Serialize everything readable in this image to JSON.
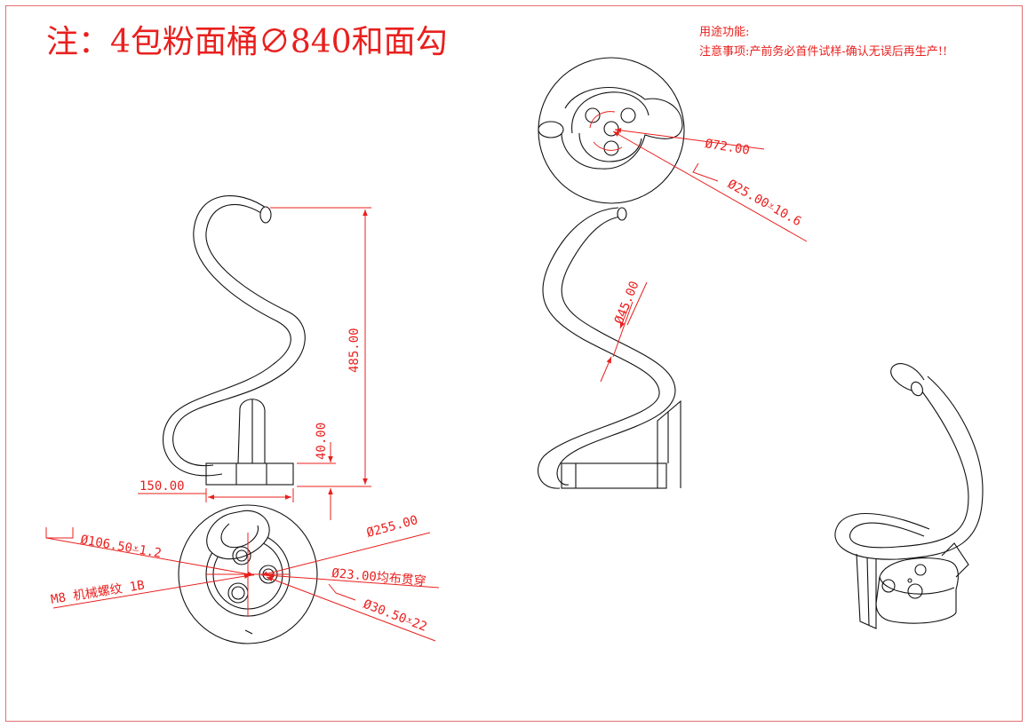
{
  "title": "注：4包粉面桶∅840和面勾",
  "notes": {
    "usage": "用途功能:",
    "caution": "注意事项:产前务必首件试样-确认无误后再生产!!"
  },
  "dimensions": {
    "height": "485.00",
    "base_height": "40.00",
    "base_width": "150.00",
    "tube_dia": "Ø45.00",
    "top_dia": "Ø72.00",
    "counterbore_top": "Ø25.00",
    "counterbore_top_depth": "10.6",
    "outer_dia": "Ø255.00",
    "counterbore_large": "Ø106.50",
    "counterbore_large_depth": "1.2",
    "thread": "M8 机械螺纹 1B",
    "thru_holes": "Ø23.00均布贯穿",
    "counterbore_small": "Ø30.50",
    "counterbore_small_depth": "22"
  },
  "colors": {
    "annotation": "#e8201e",
    "line": "#111111",
    "frame": "#e07070"
  }
}
